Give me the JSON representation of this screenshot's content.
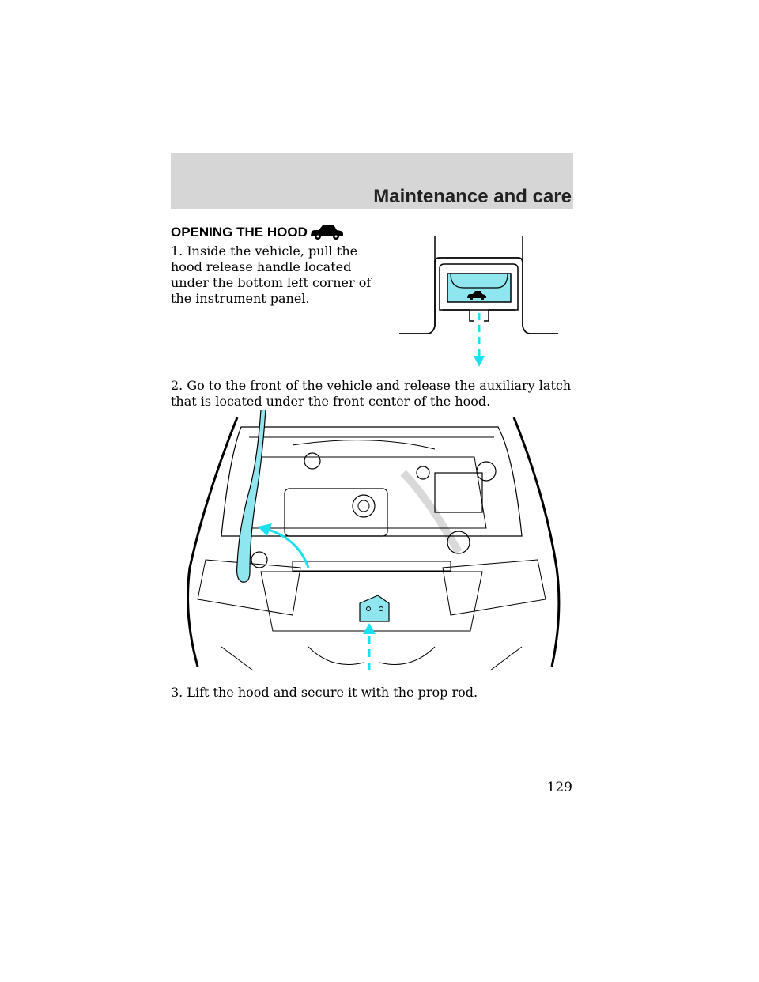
{
  "header": {
    "title": "Maintenance and care"
  },
  "section": {
    "heading": "OPENING THE HOOD"
  },
  "steps": [
    "1. Inside the vehicle, pull the hood release handle located under the bottom left corner of the instrument panel.",
    "2. Go to the front of the vehicle and release the auxiliary latch that is located under the front center of the hood.",
    "3. Lift the hood and secure it with the prop rod."
  ],
  "page_number": "129",
  "icons": {
    "heading_icon": "car-icon",
    "handle_icon": "car-icon"
  },
  "colors": {
    "header_band": "#d6d6d6",
    "highlight_cyan": "#19e0ef",
    "handle_fill": "#8fe6ee"
  }
}
